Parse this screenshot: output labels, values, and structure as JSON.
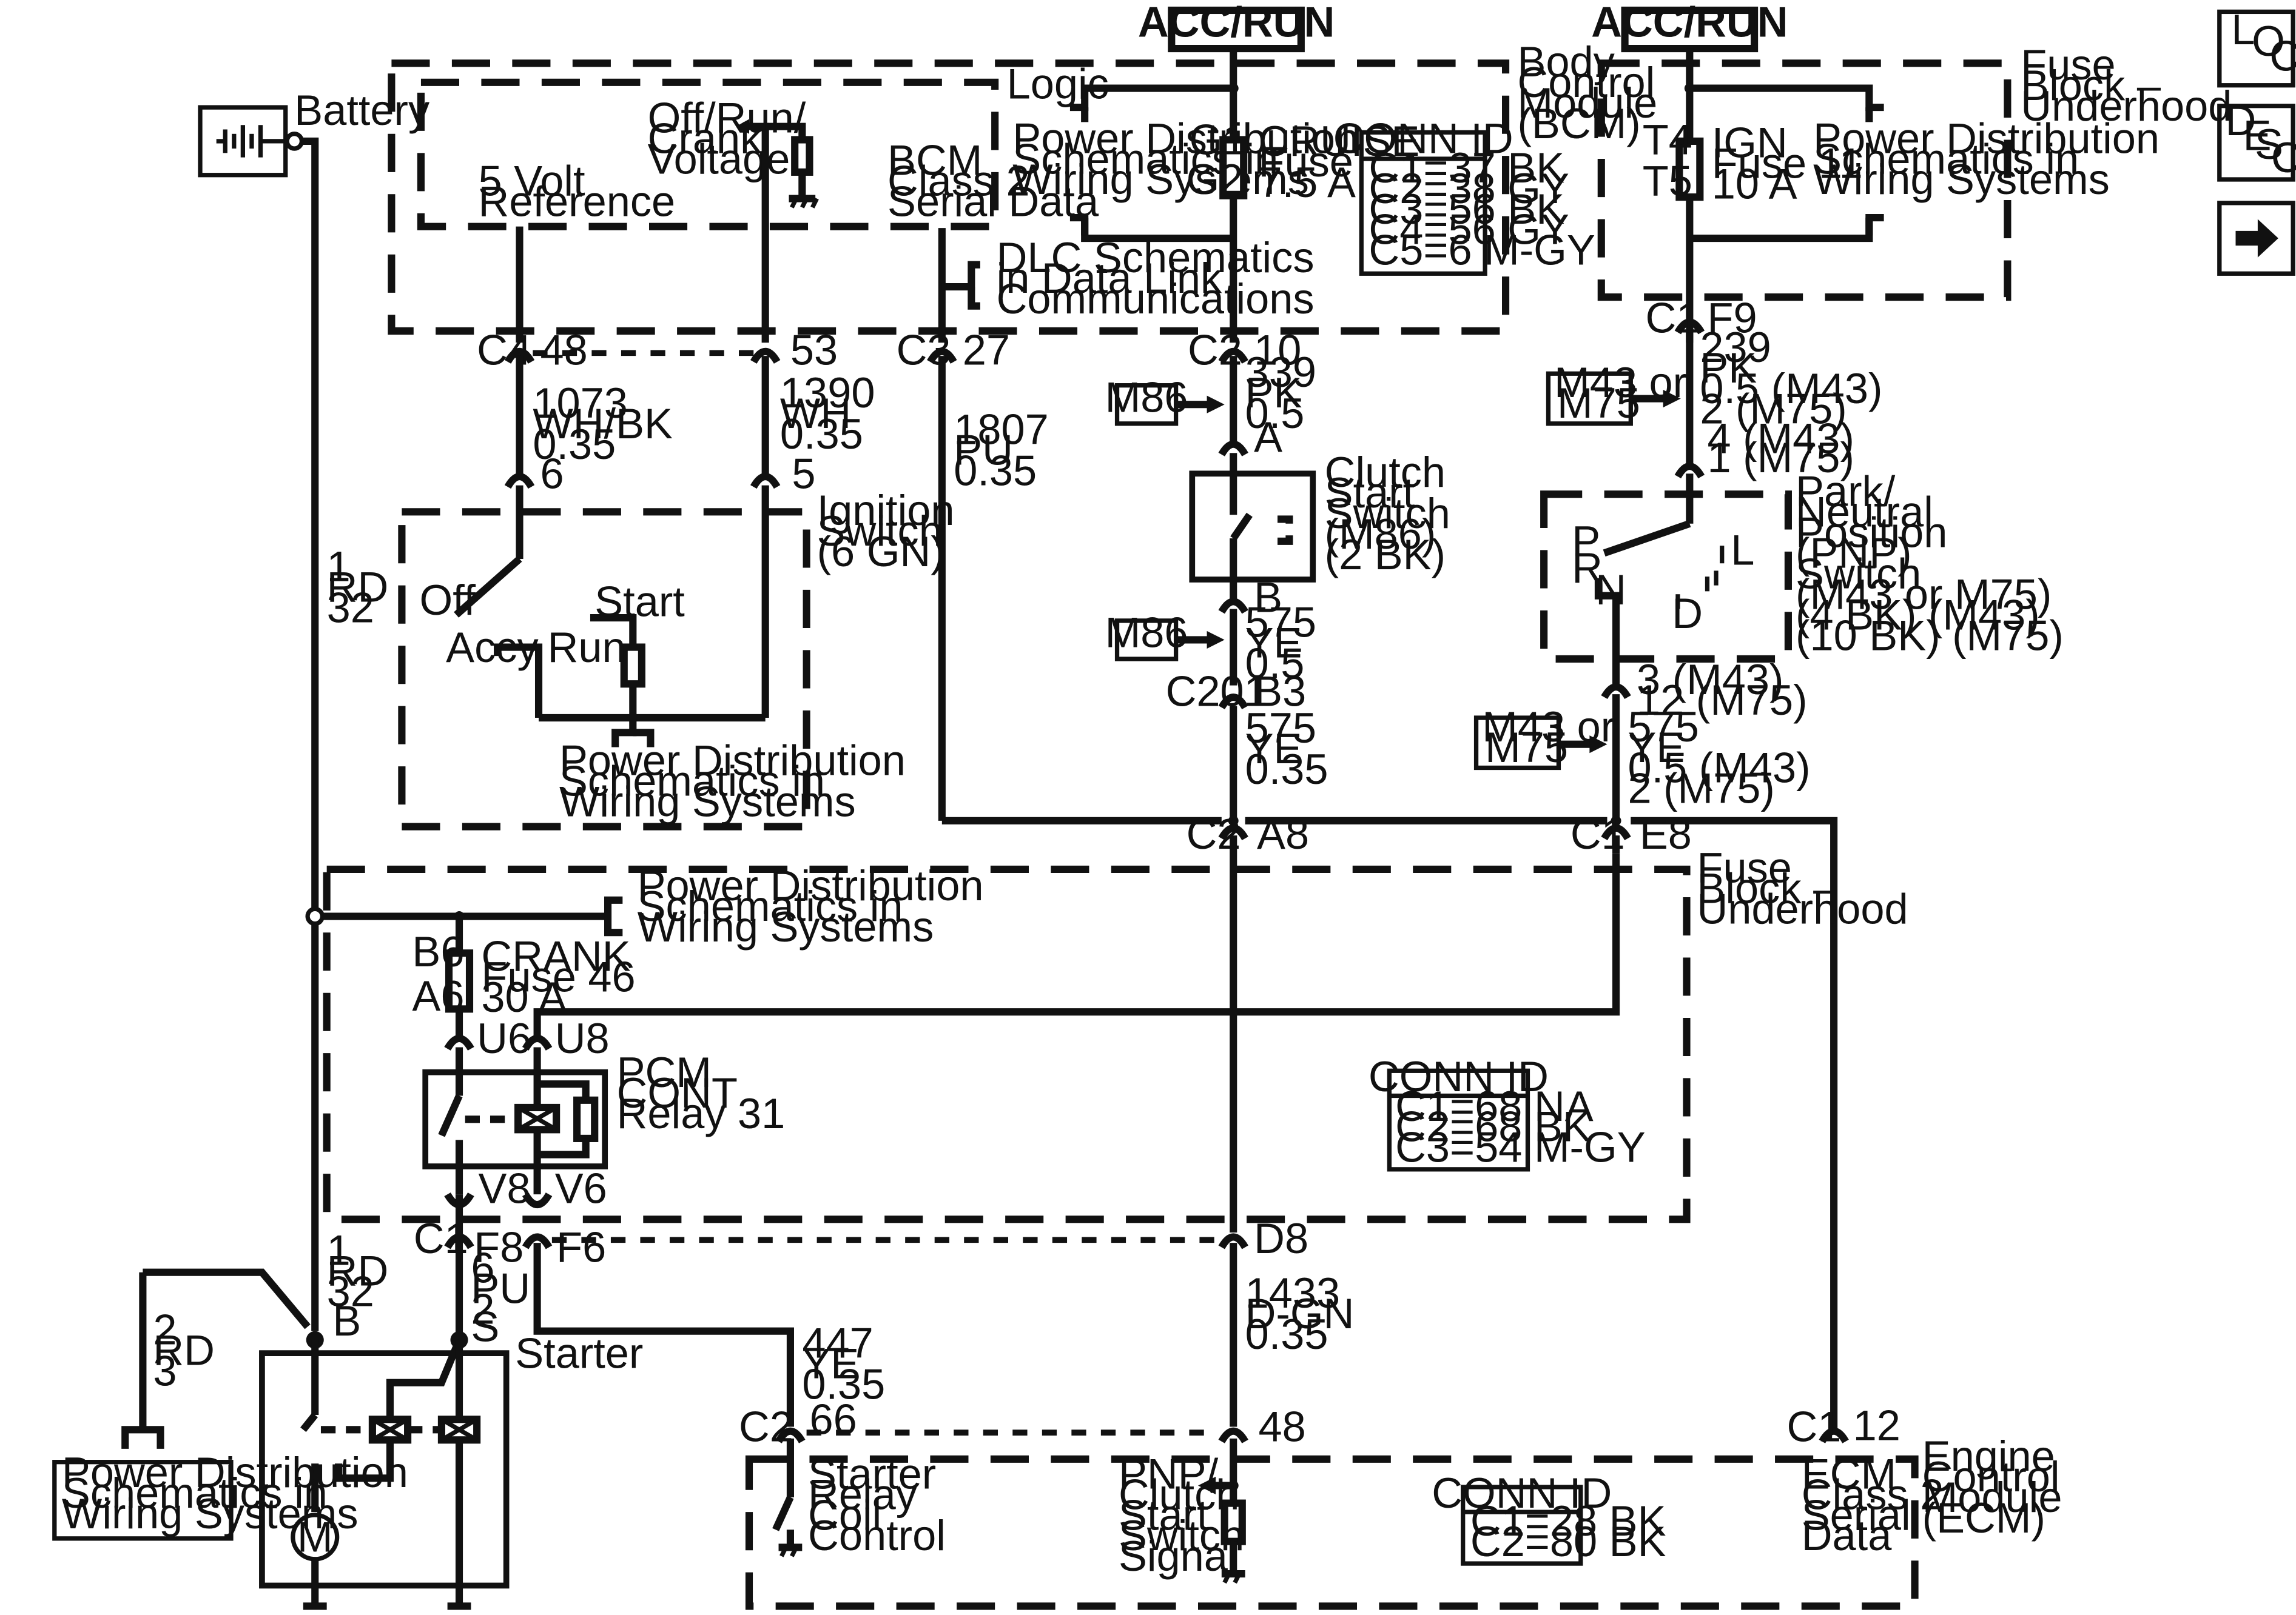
{
  "power_sources": {
    "acc_run_left": "ACC/RUN",
    "acc_run_right": "ACC/RUN"
  },
  "nav_buttons": {
    "loc": [
      "L",
      "O",
      "C"
    ],
    "desc": [
      "D",
      "E",
      "S",
      "C"
    ],
    "next_arrow_icon": "right-arrow-icon"
  },
  "battery": {
    "label": "Battery"
  },
  "bcm": {
    "name": [
      "Body",
      "Control",
      "Module",
      "(BCM)"
    ],
    "logic": "Logic",
    "off_run_crank": [
      "Off/Run/",
      "Crank",
      "Voltage"
    ],
    "five_volt": [
      "5 Volt",
      "Reference"
    ],
    "class2": [
      "BCM",
      "Class 2",
      "Serial Data"
    ],
    "power_dist": [
      "Power Distribution",
      "Schematics in",
      "Wiring Systems"
    ],
    "dlc": [
      "DLC Schematics",
      "in Data Link",
      "Communications"
    ],
    "fuse_terminals": [
      "G1",
      "G2"
    ],
    "cruise_fuse": [
      "CRUISE",
      "Fuse",
      "7.5 A"
    ],
    "conn_id_title": "CONN ID",
    "conn_id": [
      "C1=37 BK",
      "C2=38 GY",
      "C3=56 BK",
      "C4=56 GY",
      "C5=6 M-GY"
    ]
  },
  "fuse_block_top": {
    "name": [
      "Fuse",
      "Block –",
      "Underhood"
    ],
    "terminals": [
      "T4",
      "T5"
    ],
    "ign_fuse": [
      "IGN",
      "Fuse 11",
      "10 A"
    ],
    "power_dist": [
      "Power Distribution",
      "Schematics in",
      "Wiring Systems"
    ]
  },
  "bcm_connectors": {
    "c4": "C4",
    "c4_pin": "48",
    "pin53": "53",
    "c3": "C3",
    "c3_pin": "27",
    "c2": "C2",
    "c2_pin": "10"
  },
  "wires": {
    "w1073": [
      "1073",
      "WH/BK",
      "0.35"
    ],
    "w1390": [
      "1390",
      "WH",
      "0.35"
    ],
    "w1807": [
      "1807",
      "PU",
      "0.35"
    ],
    "w339": [
      "339",
      "PK",
      "0.5"
    ],
    "w575a": [
      "575",
      "YE",
      "0.5"
    ],
    "w575b": [
      "575",
      "YE",
      "0.35"
    ],
    "w239": [
      "239",
      "PK",
      "0.5 (M43)",
      "2 (M75)"
    ],
    "w575c": [
      "575",
      "YE",
      "0.5 (M43)",
      "2 (M75)"
    ],
    "w1rd_top": [
      "1",
      "RD",
      "32"
    ],
    "w1rd_bot": [
      "1",
      "RD",
      "32"
    ],
    "w6pu": [
      "F8",
      "6",
      "PU",
      "2"
    ],
    "w2rd": [
      "2",
      "RD",
      "3"
    ],
    "w447": [
      "447",
      "YE",
      "0.35"
    ],
    "w1433": [
      "1433",
      "D-GN",
      "0.35"
    ]
  },
  "ignition_switch": {
    "name": [
      "Ignition",
      "Switch",
      "(6 GN)"
    ],
    "pin6": "6",
    "pin5": "5",
    "off": "Off",
    "accy": "Accy",
    "run": "Run",
    "start": "Start",
    "power_dist": [
      "Power Distribution",
      "Schematics in",
      "Wiring Systems"
    ]
  },
  "clutch_switch": {
    "callout_top": "M86",
    "callout_bottom": "M86",
    "pin_a": "A",
    "pin_b": "B",
    "name": [
      "Clutch",
      "Start",
      "Switch",
      "(M86)",
      "(2 BK)"
    ],
    "c201": "C201",
    "b3": "B3"
  },
  "pnp_switch": {
    "c1": "C1",
    "f9": "F9",
    "callout_top": [
      "M43 or",
      "M75"
    ],
    "callout_bottom": [
      "M43 or",
      "M75"
    ],
    "pins_top": [
      "4 (M43)",
      "1 (M75)"
    ],
    "pins_bottom": [
      "3 (M43)",
      "12 (M75)"
    ],
    "name": [
      "Park/",
      "Neutral",
      "Position",
      "(PNP)",
      "Switch",
      "(M43 or M75)",
      "(4 BK) (M43)",
      "(10 BK) (M75)"
    ],
    "positions": {
      "p": "P",
      "r": "R",
      "n": "N",
      "d": "D",
      "l": "L"
    }
  },
  "splice_connectors": {
    "c2": "C2",
    "a8": "A8",
    "c1": "C1",
    "e8": "E8"
  },
  "fuse_block_bottom": {
    "name": [
      "Fuse",
      "Block –",
      "Underhood"
    ],
    "power_dist": [
      "Power Distribution",
      "Schematics in",
      "Wiring Systems"
    ],
    "fuse_terminals": [
      "B6",
      "A6"
    ],
    "crank_fuse": [
      "CRANK",
      "Fuse 46",
      "30 A"
    ],
    "u6": "U6",
    "u8": "U8",
    "relay": [
      "PCM",
      "CONT",
      "Relay 31"
    ],
    "v8": "V8",
    "v6": "V6",
    "conn_id_title": "CONN ID",
    "conn_id": [
      "C1=68 NA",
      "C2=68 BK",
      "C3=54 M-GY"
    ],
    "c1": "C1",
    "f6": "F6",
    "d8": "D8"
  },
  "starter": {
    "name": "Starter",
    "b": "B",
    "s": "S",
    "motor": "M",
    "power_dist": [
      "Power Distribution",
      "Schematics in",
      "Wiring Systems"
    ]
  },
  "ecm": {
    "name": [
      "Engine",
      "Control",
      "Module",
      "(ECM)"
    ],
    "c2": "C2",
    "pin66": "66",
    "pin48": "48",
    "c1": "C1",
    "pin12": "12",
    "starter_relay": [
      "Starter",
      "Relay",
      "Coil",
      "Control"
    ],
    "pnp_signal": [
      "PNP/",
      "Clutch",
      "Start",
      "Switch",
      "Signal"
    ],
    "conn_id_title": "CONN ID",
    "conn_id": [
      "C1=28 BK",
      "C2=80 BK"
    ],
    "class2": [
      "ECM",
      "Class 2",
      "Serial",
      "Data"
    ]
  }
}
